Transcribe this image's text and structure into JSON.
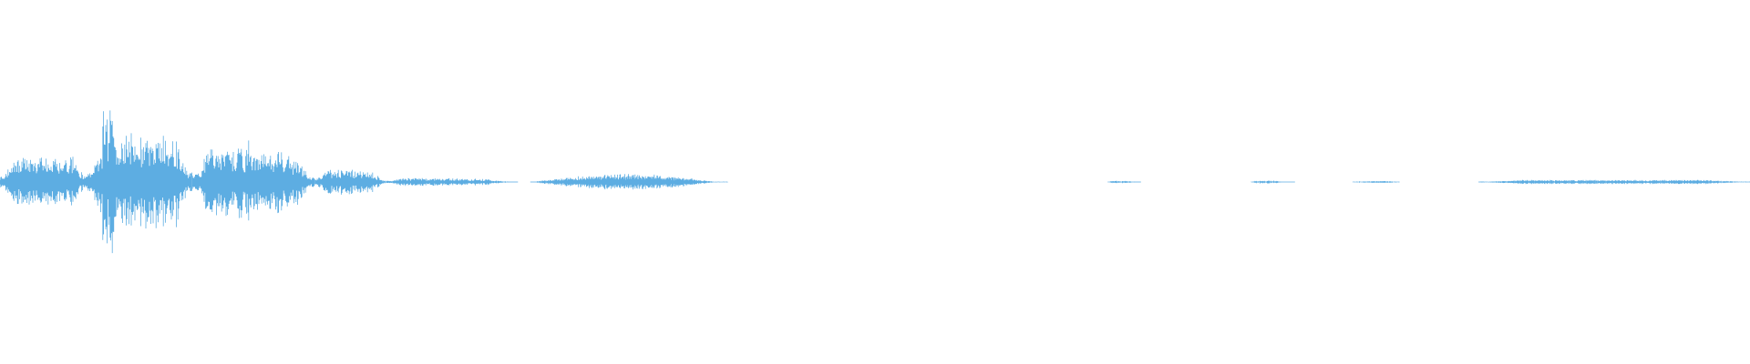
{
  "waveform": {
    "color": "#5DADE2",
    "background": "#FFFFFF",
    "baseline_fraction": 0.5,
    "peak_amplitude": 0.55,
    "segments": [
      {
        "name": "segment-1",
        "start": 0.0,
        "end": 0.05,
        "level": 0.26
      },
      {
        "name": "segment-2",
        "start": 0.05,
        "end": 0.11,
        "level": 0.5
      },
      {
        "name": "segment-3",
        "start": 0.11,
        "end": 0.18,
        "level": 0.4
      },
      {
        "name": "segment-4",
        "start": 0.18,
        "end": 0.22,
        "level": 0.16
      },
      {
        "name": "segment-5",
        "start": 0.22,
        "end": 0.29,
        "level": 0.05
      },
      {
        "name": "segment-6",
        "start": 0.307,
        "end": 0.416,
        "level": 0.1
      },
      {
        "name": "segment-7",
        "start": 0.633,
        "end": 0.648,
        "level": 0.012
      },
      {
        "name": "segment-8",
        "start": 0.715,
        "end": 0.732,
        "level": 0.015
      },
      {
        "name": "segment-9",
        "start": 0.773,
        "end": 0.8,
        "level": 0.01
      },
      {
        "name": "segment-10",
        "start": 0.845,
        "end": 1.0,
        "level": 0.022
      }
    ]
  }
}
